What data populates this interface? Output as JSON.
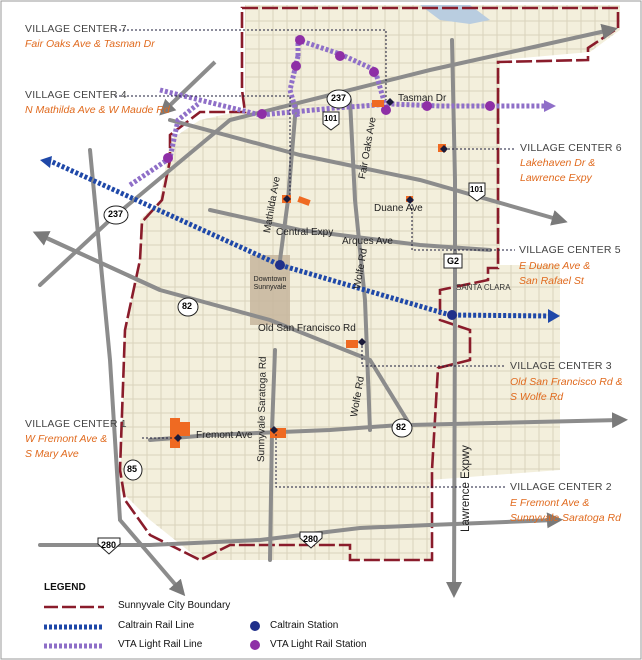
{
  "legend": {
    "title": "LEGEND",
    "items": [
      {
        "label": "Sunnyvale City Boundary",
        "kind": "boundary",
        "color": "#8a1c2b"
      },
      {
        "label": "Caltrain Rail Line",
        "kind": "caltrain-line",
        "color": "#1f48a8"
      },
      {
        "label": "VTA Light Rail Line",
        "kind": "vta-line",
        "color": "#8f6fc8"
      },
      {
        "label": "Caltrain Station",
        "kind": "caltrain-station",
        "color": "#1f2f8a"
      },
      {
        "label": "VTA Light Rail Station",
        "kind": "vta-station",
        "color": "#8e2fa6"
      }
    ]
  },
  "village_centers": [
    {
      "title": "VILLAGE CENTER 7",
      "line1": "Fair Oaks Ave & Tasman Dr",
      "line2": ""
    },
    {
      "title": "VILLAGE CENTER 4",
      "line1": "N Mathilda Ave & W Maude Rd",
      "line2": ""
    },
    {
      "title": "VILLAGE CENTER 6",
      "line1": "Lakehaven Dr &",
      "line2": "Lawrence Expy"
    },
    {
      "title": "VILLAGE CENTER 5",
      "line1": "E Duane Ave &",
      "line2": "San Rafael St"
    },
    {
      "title": "VILLAGE CENTER 3",
      "line1": "Old San Francisco Rd &",
      "line2": "S Wolfe Rd"
    },
    {
      "title": "VILLAGE CENTER 1",
      "line1": "W Fremont Ave &",
      "line2": "S Mary Ave"
    },
    {
      "title": "VILLAGE CENTER 2",
      "line1": "E Fremont Ave &",
      "line2": "Sunnyvale Saratoga Rd"
    }
  ],
  "roads": {
    "tasman": "Tasman Dr",
    "fair_oaks": "Fair Oaks Ave",
    "mathilda": "Mathilda Ave",
    "central": "Central Expy",
    "arques": "Arques Ave",
    "wolfe_n": "Wolfe Rd",
    "duane": "Duane Ave",
    "old_sf": "Old San Francisco Rd",
    "wolfe_s": "Wolfe Rd",
    "sunnyvale_saratoga": "Sunnyvale Saratoga Rd",
    "fremont": "Fremont Ave",
    "lawrence": "Lawrence Expwy",
    "santa_clara": "SANTA CLARA",
    "downtown": "Downtown Sunnyvale"
  },
  "shields": {
    "i280_a": "280",
    "i280_b": "280",
    "us101_a": "101",
    "us101_b": "101",
    "sr237_a": "237",
    "sr237_b": "237",
    "sr85": "85",
    "g82_a": "82",
    "g82_b": "82",
    "g2": "G2"
  },
  "colors": {
    "land": "#f3efdc",
    "boundary": "#8a1c2b",
    "caltrain": "#1f48a8",
    "vta": "#8f6fc8",
    "vta_station": "#8e2fa6",
    "village_marker": "#ef6a22",
    "major_road": "#8c8c8c",
    "downtown_fill": "#b8a48a"
  }
}
